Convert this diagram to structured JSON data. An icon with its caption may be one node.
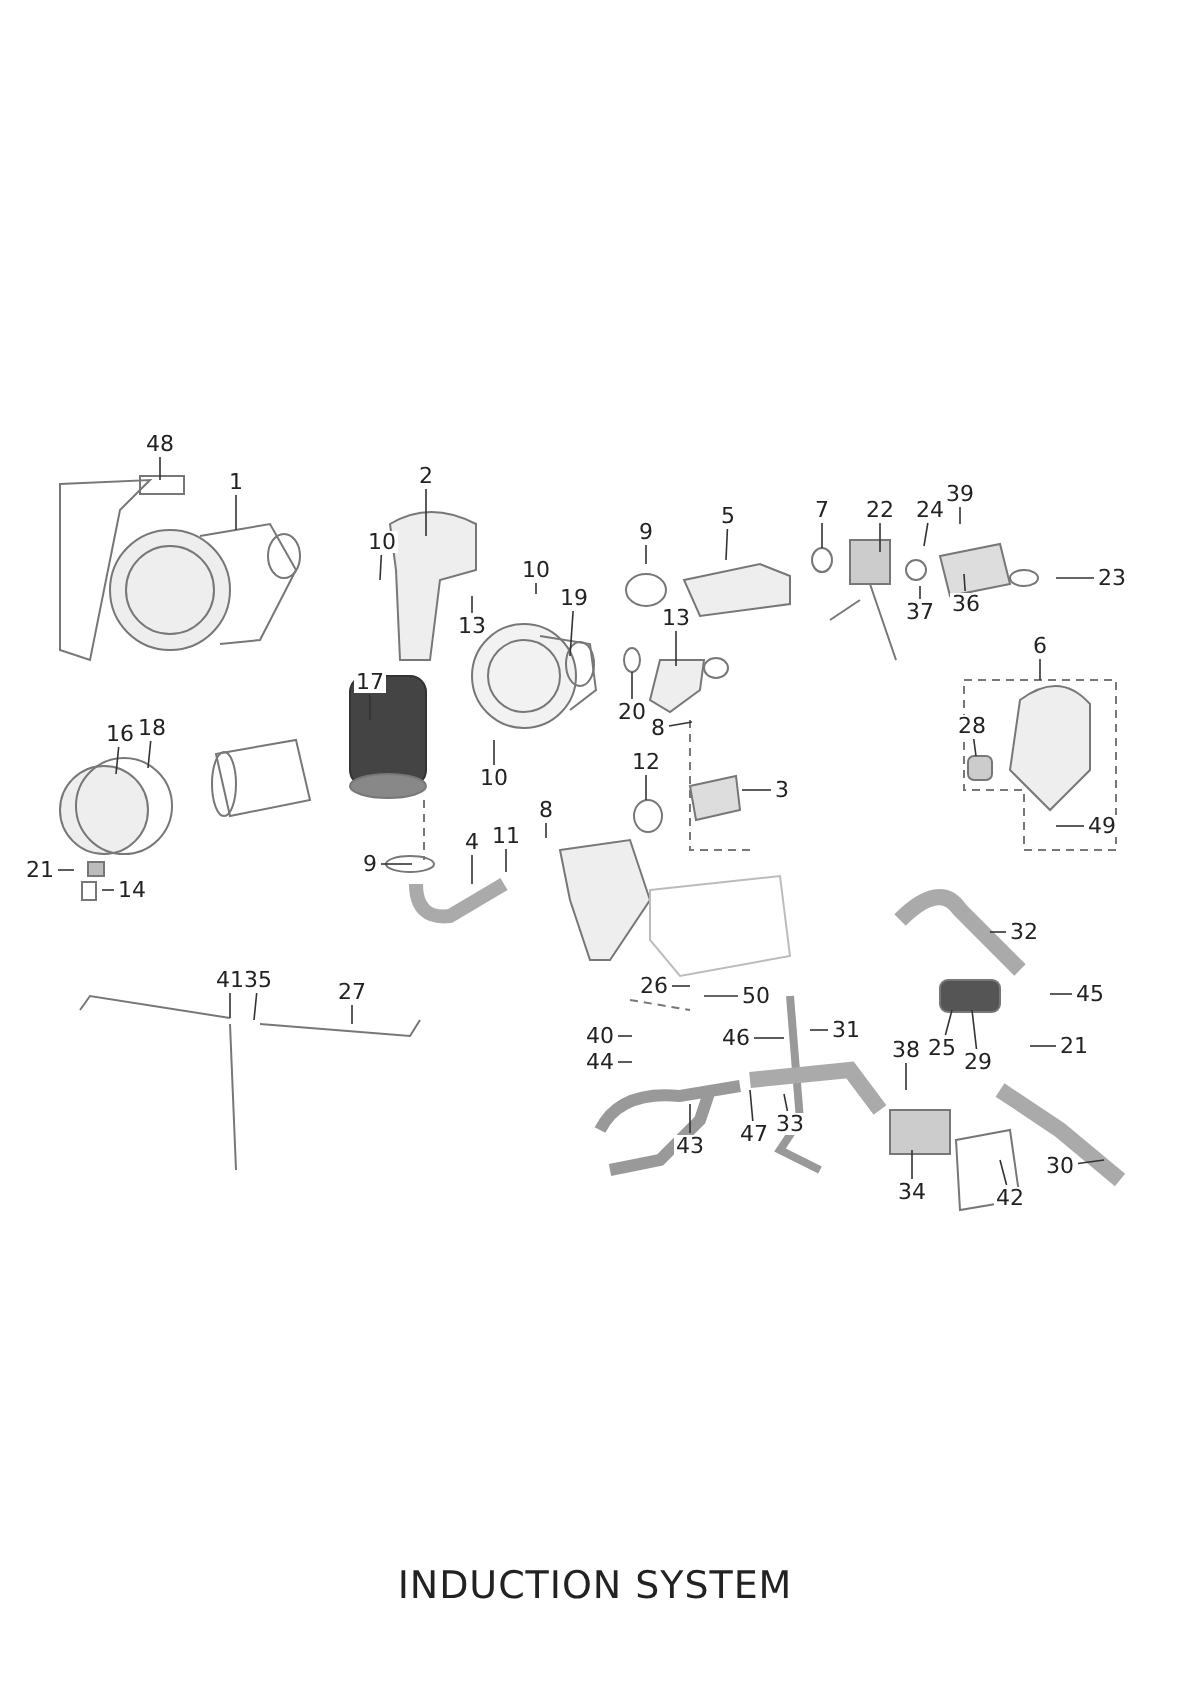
{
  "diagram": {
    "title": "INDUCTION SYSTEM",
    "nodes": [
      {
        "text": [
          "48"
        ]
      },
      {
        "text": [
          "1"
        ]
      },
      {
        "text": [
          "2"
        ]
      },
      {
        "text": [
          "39"
        ]
      },
      {
        "text": [
          "7"
        ]
      },
      {
        "text": [
          "22"
        ]
      },
      {
        "text": [
          "24"
        ]
      },
      {
        "text": [
          "5"
        ]
      },
      {
        "text": [
          "9"
        ]
      },
      {
        "text": [
          "10"
        ]
      },
      {
        "text": [
          "10"
        ]
      },
      {
        "text": [
          "23"
        ]
      },
      {
        "text": [
          "19"
        ]
      },
      {
        "text": [
          "37"
        ]
      },
      {
        "text": [
          "36"
        ]
      },
      {
        "text": [
          "13"
        ]
      },
      {
        "text": [
          "13"
        ]
      },
      {
        "text": [
          "6"
        ]
      },
      {
        "text": [
          "17"
        ]
      },
      {
        "text": [
          "20"
        ]
      },
      {
        "text": [
          "8"
        ]
      },
      {
        "text": [
          "28"
        ]
      },
      {
        "text": [
          "16"
        ]
      },
      {
        "text": [
          "18"
        ]
      },
      {
        "text": [
          "12"
        ]
      },
      {
        "text": [
          "10"
        ]
      },
      {
        "text": [
          "3"
        ]
      },
      {
        "text": [
          "8"
        ]
      },
      {
        "text": [
          "49"
        ]
      },
      {
        "text": [
          "11"
        ]
      },
      {
        "text": [
          "4"
        ]
      },
      {
        "text": [
          "9"
        ]
      },
      {
        "text": [
          "21"
        ]
      },
      {
        "text": [
          "14"
        ]
      },
      {
        "text": [
          "32"
        ]
      },
      {
        "text": [
          "41"
        ]
      },
      {
        "text": [
          "35"
        ]
      },
      {
        "text": [
          "26"
        ]
      },
      {
        "text": [
          "27"
        ]
      },
      {
        "text": [
          "45"
        ]
      },
      {
        "text": [
          "50"
        ]
      },
      {
        "text": [
          "40"
        ]
      },
      {
        "text": [
          "46"
        ]
      },
      {
        "text": [
          "31"
        ]
      },
      {
        "text": [
          "21"
        ]
      },
      {
        "text": [
          "25"
        ]
      },
      {
        "text": [
          "29"
        ]
      },
      {
        "text": [
          "38"
        ]
      },
      {
        "text": [
          "44"
        ]
      },
      {
        "text": [
          "33"
        ]
      },
      {
        "text": [
          "47"
        ]
      },
      {
        "text": [
          "43"
        ]
      },
      {
        "text": [
          "30"
        ]
      },
      {
        "text": [
          "34"
        ]
      },
      {
        "text": [
          "42"
        ]
      }
    ],
    "edges": [
      {
        "from": 0,
        "to": null,
        "arrow": "none"
      },
      {
        "from": 1,
        "to": null,
        "arrow": "none"
      },
      {
        "from": 2,
        "to": null,
        "arrow": "none"
      },
      {
        "from": 3,
        "to": null,
        "arrow": "none"
      },
      {
        "from": 4,
        "to": null,
        "arrow": "none"
      },
      {
        "from": 5,
        "to": null,
        "arrow": "none"
      },
      {
        "from": 6,
        "to": null,
        "arrow": "none"
      },
      {
        "from": 7,
        "to": null,
        "arrow": "none"
      },
      {
        "from": 8,
        "to": null,
        "arrow": "none"
      },
      {
        "from": 9,
        "to": null,
        "arrow": "none"
      },
      {
        "from": 10,
        "to": null,
        "arrow": "none"
      },
      {
        "from": 11,
        "to": null,
        "arrow": "none"
      },
      {
        "from": 12,
        "to": null,
        "arrow": "none"
      },
      {
        "from": 13,
        "to": null,
        "arrow": "none"
      },
      {
        "from": 14,
        "to": null,
        "arrow": "none"
      },
      {
        "from": 15,
        "to": null,
        "arrow": "none"
      },
      {
        "from": 16,
        "to": null,
        "arrow": "none"
      },
      {
        "from": 17,
        "to": null,
        "arrow": "none"
      },
      {
        "from": 18,
        "to": null,
        "arrow": "none"
      },
      {
        "from": 19,
        "to": null,
        "arrow": "none"
      },
      {
        "from": 20,
        "to": null,
        "arrow": "none"
      },
      {
        "from": 21,
        "to": null,
        "arrow": "none"
      },
      {
        "from": 22,
        "to": null,
        "arrow": "none"
      },
      {
        "from": 23,
        "to": null,
        "arrow": "none"
      },
      {
        "from": 24,
        "to": null,
        "arrow": "none"
      },
      {
        "from": 25,
        "to": null,
        "arrow": "none"
      },
      {
        "from": 26,
        "to": null,
        "arrow": "none"
      },
      {
        "from": 27,
        "to": null,
        "arrow": "none"
      },
      {
        "from": 28,
        "to": null,
        "arrow": "none"
      },
      {
        "from": 29,
        "to": null,
        "arrow": "none"
      },
      {
        "from": 30,
        "to": null,
        "arrow": "none"
      },
      {
        "from": 31,
        "to": null,
        "arrow": "none"
      },
      {
        "from": 32,
        "to": null,
        "arrow": "none"
      },
      {
        "from": 33,
        "to": null,
        "arrow": "none"
      },
      {
        "from": 34,
        "to": null,
        "arrow": "none"
      },
      {
        "from": 35,
        "to": null,
        "arrow": "none"
      },
      {
        "from": 36,
        "to": null,
        "arrow": "none"
      },
      {
        "from": 37,
        "to": null,
        "arrow": "none"
      },
      {
        "from": 38,
        "to": null,
        "arrow": "none"
      },
      {
        "from": 39,
        "to": null,
        "arrow": "none"
      },
      {
        "from": 40,
        "to": null,
        "arrow": "none"
      },
      {
        "from": 41,
        "to": null,
        "arrow": "none"
      },
      {
        "from": 42,
        "to": null,
        "arrow": "none"
      },
      {
        "from": 43,
        "to": null,
        "arrow": "none"
      },
      {
        "from": 44,
        "to": null,
        "arrow": "none"
      },
      {
        "from": 45,
        "to": null,
        "arrow": "none"
      },
      {
        "from": 46,
        "to": null,
        "arrow": "none"
      },
      {
        "from": 47,
        "to": null,
        "arrow": "none"
      },
      {
        "from": 48,
        "to": null,
        "arrow": "none"
      },
      {
        "from": 49,
        "to": null,
        "arrow": "none"
      },
      {
        "from": 50,
        "to": null,
        "arrow": "none"
      },
      {
        "from": 51,
        "to": null,
        "arrow": "none"
      },
      {
        "from": 52,
        "to": null,
        "arrow": "none"
      },
      {
        "from": 53,
        "to": null,
        "arrow": "none"
      },
      {
        "from": 54,
        "to": null,
        "arrow": "none"
      }
    ]
  }
}
